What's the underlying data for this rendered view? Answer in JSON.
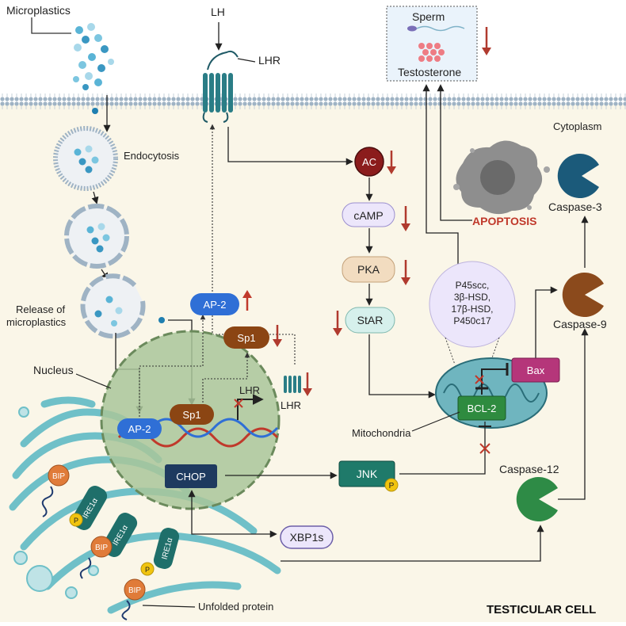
{
  "labels": {
    "microplastics": "Microplastics",
    "lh": "LH",
    "lhr_top": "LHR",
    "sperm": "Sperm",
    "testosterone": "Testosterone",
    "cytoplasm": "Cytoplasm",
    "endocytosis": "Endocytosis",
    "release_line1": "Release of",
    "release_line2": "microplastics",
    "nucleus": "Nucleus",
    "ap2_nucleus": "AP-2",
    "sp1_nucleus": "Sp1",
    "lhr_gene": "LHR",
    "lhr_right": "LHR",
    "chop": "CHOP",
    "xbp1s": "XBP1s",
    "ap2_out": "AP-2",
    "sp1_out": "Sp1",
    "ac": "AC",
    "camp": "cAMP",
    "pka": "PKA",
    "star": "StAR",
    "enzymes": [
      "P45scc,",
      "3β-HSD,",
      "17β-HSD,",
      "P450c17"
    ],
    "apoptosis": "APOPTOSIS",
    "caspase3": "Caspase-3",
    "caspase9": "Caspase-9",
    "caspase12": "Caspase-12",
    "bax": "Bax",
    "bcl2": "BCL-2",
    "mitochondria": "Mitochondria",
    "jnk": "JNK",
    "p": "P",
    "bip": "BIP",
    "ire1a": "IRE1α",
    "unfolded_protein": "Unfolded protein",
    "title": "TESTICULAR CELL"
  },
  "colors": {
    "up_arrow": "#c0392b",
    "down_arrow": "#b03a2e",
    "cytoplasm_bg": "#faf6e8",
    "ap2": "#2f6fd6",
    "sp1": "#8b4513",
    "ac": "#8b1c1c",
    "camp": "#ece6fb",
    "pka": "#f2dcc0",
    "star": "#d6f0ec",
    "bax": "#b5367a",
    "bcl2": "#2e8b3f",
    "jnk": "#1f7a6a",
    "chop": "#1e3a5f",
    "caspase3": "#1b5a7a",
    "caspase9": "#8b4a1c",
    "caspase12": "#2e8b46",
    "er": "#6fc0c8",
    "nucleus": "#a9c69a"
  }
}
